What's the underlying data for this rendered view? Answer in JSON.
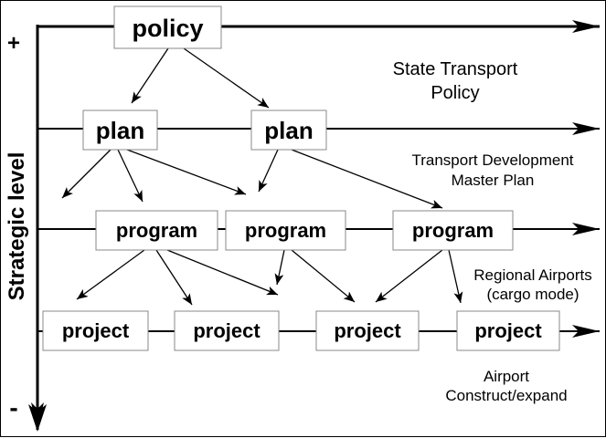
{
  "axis": {
    "label": "Strategic level",
    "top_sign": "+",
    "bottom_sign": "-"
  },
  "nodes": {
    "policy": "policy",
    "plan_1": "plan",
    "plan_2": "plan",
    "program_1": "program",
    "program_2": "program",
    "program_3": "program",
    "project_1": "project",
    "project_2": "project",
    "project_3": "project",
    "project_4": "project"
  },
  "annotations": {
    "policy_line1": "State Transport",
    "policy_line2": "Policy",
    "plan_line1": "Transport Development",
    "plan_line2": "Master Plan",
    "program_line1": "Regional Airports",
    "program_line2": "(cargo mode)",
    "project_line1": "Airport",
    "project_line2": "Construct/expand"
  }
}
